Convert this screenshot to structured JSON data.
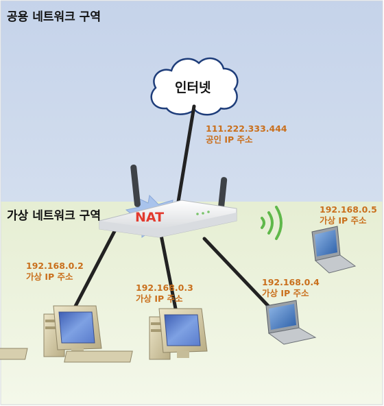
{
  "zones": {
    "public_title": "공용 네트워크 구역",
    "private_title": "가상 네트워크 구역"
  },
  "internet": {
    "label": "인터넷"
  },
  "router": {
    "nat_label": "NAT"
  },
  "public_ip": {
    "address": "111.222.333.444",
    "type": "공인 IP 주소"
  },
  "hosts": [
    {
      "address": "192.168.0.2",
      "type": "가상 IP 주소"
    },
    {
      "address": "192.168.0.3",
      "type": "가상 IP 주소"
    },
    {
      "address": "192.168.0.4",
      "type": "가상 IP 주소"
    },
    {
      "address": "192.168.0.5",
      "type": "가상 IP 주소"
    }
  ],
  "colors": {
    "public_zone": "#c9d6ea",
    "private_zone": "#eef4dd",
    "label_orange": "#c96f1c",
    "nat_red": "#e23a2e"
  }
}
